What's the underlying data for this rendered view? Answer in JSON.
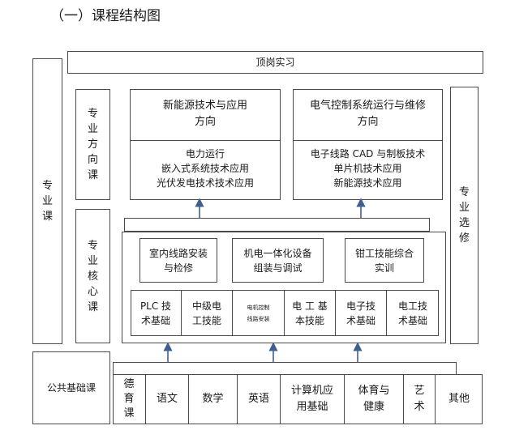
{
  "heading": "（一）课程结构图",
  "top_bar": "顶岗实习",
  "left_labels": {
    "professional": "专业课",
    "direction": "专业方向课",
    "core": "专业核心课",
    "elective": "专业选修"
  },
  "direction_boxes": [
    {
      "title": "新能源技术与应用方向",
      "title_lines": [
        "新能源技术与应用",
        "方向"
      ],
      "courses": [
        "电力运行",
        "嵌入式系统技术应用",
        "光伏发电技术技术应用"
      ]
    },
    {
      "title": "电气控制系统运行与维修方向",
      "title_lines": [
        "电气控制系统运行与维修",
        "方向"
      ],
      "courses": [
        "电子线路 CAD 与制板技术",
        "单片机技术应用",
        "新能源技术应用"
      ]
    }
  ],
  "core_training": [
    {
      "lines": [
        "室内线路安装",
        "与检修"
      ]
    },
    {
      "lines": [
        "机电一体化设备",
        "组装与调试"
      ]
    },
    {
      "lines": [
        "钳工技能综合",
        "实训"
      ]
    }
  ],
  "core_courses": [
    {
      "lines": [
        "PLC 技",
        "术基础"
      ],
      "size": "normal"
    },
    {
      "lines": [
        "中级电",
        "工技能"
      ],
      "size": "normal"
    },
    {
      "lines": [
        "电机控制",
        "线路安装"
      ],
      "size": "tiny"
    },
    {
      "lines": [
        "电 工 基",
        "本技能"
      ],
      "size": "normal"
    },
    {
      "lines": [
        "电子技",
        "术基础"
      ],
      "size": "normal"
    },
    {
      "lines": [
        "电工技",
        "术基础"
      ],
      "size": "normal"
    }
  ],
  "public_label": "公共基础课",
  "public_courses": [
    {
      "lines": [
        "德",
        "育",
        "课"
      ]
    },
    {
      "lines": [
        "语文"
      ]
    },
    {
      "lines": [
        "数学"
      ]
    },
    {
      "lines": [
        "英语"
      ]
    },
    {
      "lines": [
        "计算机应",
        "用基础"
      ]
    },
    {
      "lines": [
        "体育与",
        "健康"
      ]
    },
    {
      "lines": [
        "艺",
        "术"
      ]
    },
    {
      "lines": [
        "其他"
      ]
    }
  ]
}
